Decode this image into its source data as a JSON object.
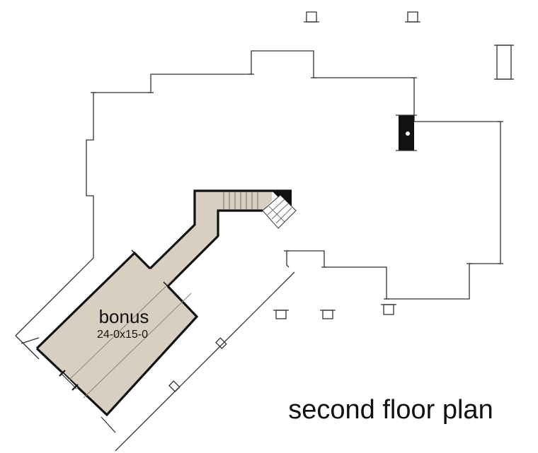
{
  "plan": {
    "title": "second floor plan",
    "rooms": [
      {
        "name": "bonus",
        "dimensions": "24-0x15-0"
      }
    ]
  },
  "colors": {
    "bonus_fill": "#d8cfc0",
    "wall_line": "#111111",
    "roof_outline": "#333333",
    "background": "#ffffff"
  },
  "icons": {
    "chimney": "chimney-icon",
    "stair": "stair-icon",
    "roof_vent": "vent-icon"
  }
}
